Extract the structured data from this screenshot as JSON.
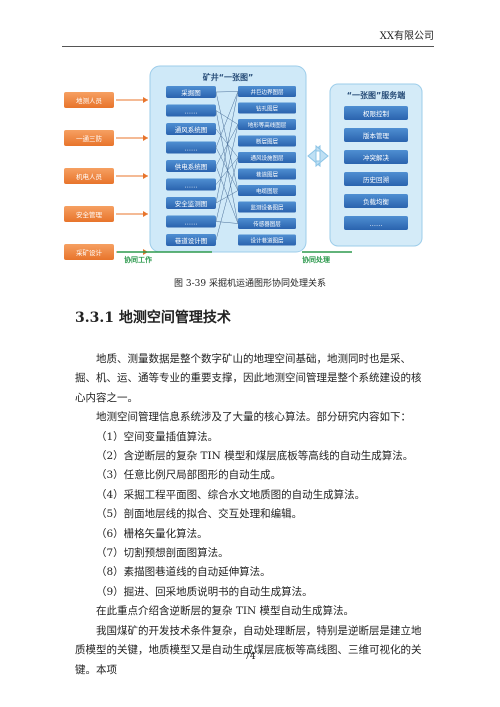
{
  "header": {
    "company": "XX有限公司"
  },
  "figure": {
    "main_title": "矿井“一张图”",
    "service_title": "“一张图”服务端",
    "left_boxes": [
      "地测人员",
      "一通三防",
      "机电人员",
      "安全管理",
      "采矿设计"
    ],
    "col1": [
      "采掘图",
      "……",
      "通风系统图",
      "……",
      "供电系统图",
      "……",
      "安全监测图",
      "……",
      "巷道设计图"
    ],
    "col2": [
      "井巨边界图层",
      "钻孔图层",
      "地形等高线图层",
      "断层图层",
      "通风设施图层",
      "巷道图层",
      "电缆图层",
      "监测设备图层",
      "传感器图层",
      "设计巷道图层"
    ],
    "service_items": [
      "权限控制",
      "版本管理",
      "冲突解决",
      "历史回溯",
      "负载均衡",
      "……"
    ],
    "label_collab_work": "协同工作",
    "label_collab_process": "协同处理"
  },
  "caption": "图 3-39  采掘机运通图形协同处理关系",
  "section": "3.3.1  地测空间管理技术",
  "paragraphs": [
    "地质、测量数据是整个数字矿山的地理空间基础，地测同时也是采、掘、机、运、通等专业的重要支撑，因此地测空间管理是整个系统建设的核心内容之一。",
    "地测空间管理信息系统涉及了大量的核心算法。部分研究内容如下：",
    "（1）空间变量插值算法。",
    "（2）含逆断层的复杂 TIN 模型和煤层底板等高线的自动生成算法。",
    "（3）任意比例尺局部图形的自动生成。",
    "（4）采掘工程平面图、综合水文地质图的自动生成算法。",
    "（5）剖面地层线的拟合、交互处理和编辑。",
    "（6）栅格矢量化算法。",
    "（7）切割预想剖面图算法。",
    "（8）素描图巷道线的自动延伸算法。",
    "（9）掘进、回采地质说明书的自动生成算法。",
    "在此重点介绍含逆断层的复杂 TIN 模型自动生成算法。",
    "我国煤矿的开发技术条件复杂，自动处理断层，特别是逆断层是建立地质模型的关键，地质模型又是自动生成煤层底板等高线图、三维可视化的关键。本项"
  ],
  "page_number": "74",
  "colors": {
    "orange": "#f0833a",
    "blue_panel": "#c9e6f7",
    "blue_dark": "#2f72b9",
    "green_label": "#2e9a4e"
  }
}
